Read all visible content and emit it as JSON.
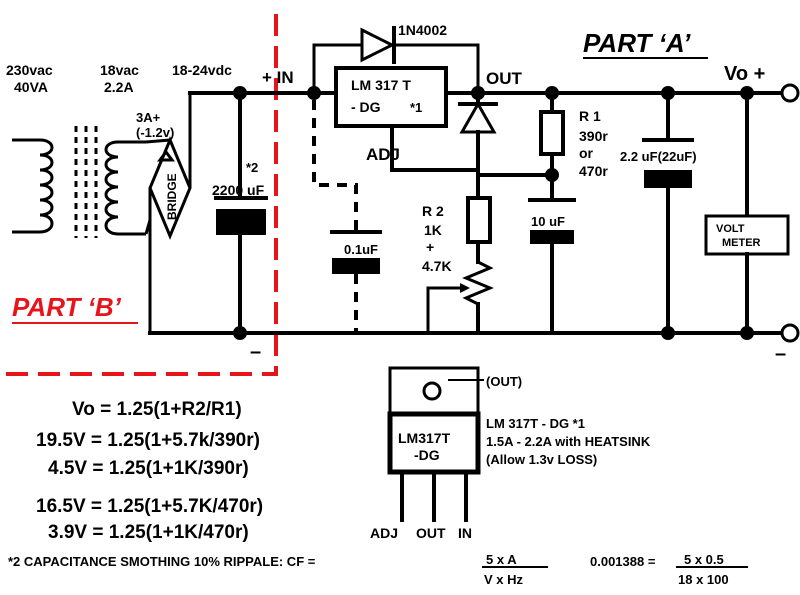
{
  "title_a": "PART ‘A’",
  "title_b": "PART ‘B’",
  "transformer": {
    "primary_voltage": "230vac",
    "primary_power": "40VA",
    "secondary_voltage": "18vac",
    "secondary_current": "2.2A"
  },
  "dc_label": "18-24vdc",
  "bridge": {
    "label": "BRIDGE",
    "rating": "3A+",
    "drop": "(-1.2v)"
  },
  "cap_main": {
    "note": "*2",
    "value": "2200 uF"
  },
  "cap_adj": {
    "value": "0.1uF"
  },
  "diode": {
    "label": "1N4002"
  },
  "regulator": {
    "line1": "LM 317 T",
    "line2": "- DG",
    "note": "*1",
    "in_label": "+ IN",
    "out_label": "OUT",
    "adj_label": "ADJ"
  },
  "r1": {
    "label": "R 1",
    "v1": "390r",
    "v2": "or",
    "v3": "470r"
  },
  "r2": {
    "label": "R 2",
    "v1": "1K",
    "v2": "+",
    "v3": "4.7K"
  },
  "cap_10": {
    "value": "10 uF"
  },
  "cap_out": {
    "value": "2.2 uF(22uF)"
  },
  "voltmeter": {
    "line1": "VOLT",
    "line2": "METER"
  },
  "output": {
    "plus": "Vo +",
    "minus": "–"
  },
  "minus_left": "–",
  "package": {
    "tab_label": "(OUT)",
    "body_line1": "LM317T",
    "body_line2": "-DG",
    "pin1": "ADJ",
    "pin2": "OUT",
    "pin3": "IN"
  },
  "notes": {
    "line1": "LM 317T - DG    *1",
    "line2": "1.5A - 2.2A with HEATSINK",
    "line3": "(Allow 1.3v LOSS)"
  },
  "formulas": [
    "Vo =  1.25(1+R2/R1)",
    "19.5V =  1.25(1+5.7k/390r)",
    "4.5V =  1.25(1+1K/390r)",
    "16.5V =  1.25(1+5.7K/470r)",
    "3.9V =  1.25(1+1K/470r)"
  ],
  "footer": {
    "text": "*2  CAPACITANCE SMOTHING  10% RIPPALE:  CF =",
    "cf_num": "5  x  A",
    "cf_den": "V  x Hz",
    "example_lhs": "0.001388 =",
    "example_num": "5 x 0.5",
    "example_den": "18 x 100"
  }
}
